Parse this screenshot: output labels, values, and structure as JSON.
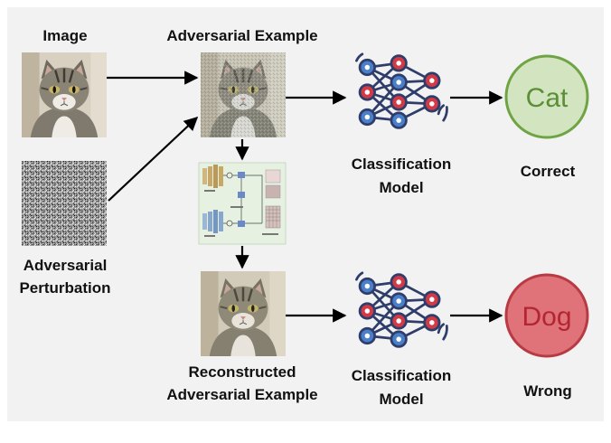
{
  "labels": {
    "image": "Image",
    "adversarial_example": "Adversarial Example",
    "adversarial_perturbation_line1": "Adversarial",
    "adversarial_perturbation_line2": "Perturbation",
    "classification_model_top_line1": "Classification",
    "classification_model_top_line2": "Model",
    "classification_model_bottom_line1": "Classification",
    "classification_model_bottom_line2": "Model",
    "reconstructed_line1": "Reconstructed",
    "reconstructed_line2": "Adversarial Example",
    "correct": "Correct",
    "wrong": "Wrong"
  },
  "outputs": {
    "top": {
      "text": "Cat",
      "fill": "#d3e4c1",
      "stroke": "#6fa444",
      "text_color": "#5b8f36"
    },
    "bottom": {
      "text": "Dog",
      "fill": "#e0737a",
      "stroke": "#b83a43",
      "text_color": "#b32630"
    }
  },
  "colors": {
    "panel": "#f2f2f2",
    "node_blue": "#4a7fc9",
    "node_red": "#d23a46",
    "edge": "#2f3d6b"
  },
  "icons": [
    "cat-photo",
    "noise-image",
    "neural-network-icon",
    "architecture-diagram-thumbnail"
  ]
}
